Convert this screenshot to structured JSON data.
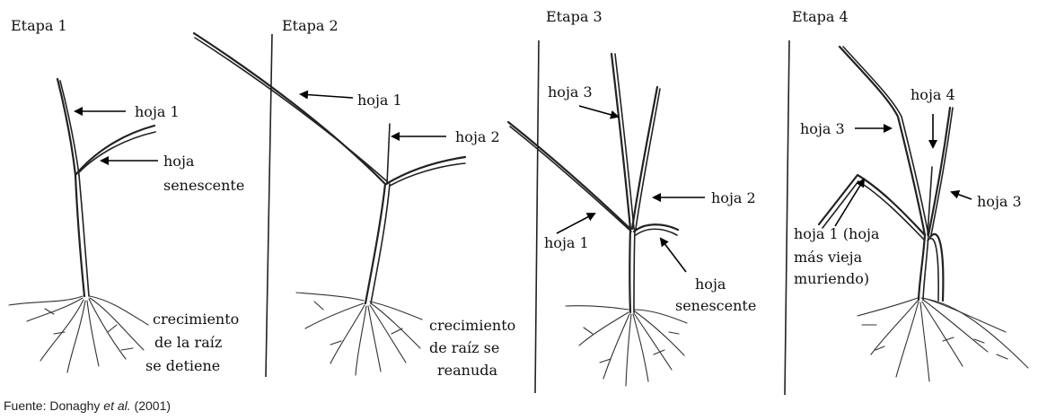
{
  "stages": [
    {
      "title": "Etapa 1",
      "labels": {
        "leaf1": "hoja 1",
        "senescent_1": "hoja",
        "senescent_2": "senescente",
        "root_1": "crecimiento",
        "root_2": "de la raíz",
        "root_3": "se detiene"
      }
    },
    {
      "title": "Etapa 2",
      "labels": {
        "leaf1": "hoja 1",
        "leaf2": "hoja 2",
        "root_1": "crecimiento",
        "root_2": "de raíz se",
        "root_3": "reanuda"
      }
    },
    {
      "title": "Etapa 3",
      "labels": {
        "leaf3": "hoja 3",
        "leaf2": "hoja 2",
        "leaf1": "hoja 1",
        "senescent_1": "hoja",
        "senescent_2": "senescente"
      }
    },
    {
      "title": "Etapa 4",
      "labels": {
        "leaf4": "hoja 4",
        "leaf3_left": "hoja 3",
        "leaf3_right": "hoja 3",
        "leaf1_1": "hoja 1 (hoja",
        "leaf1_2": "más vieja",
        "leaf1_3": "muriendo)"
      }
    }
  ],
  "source": {
    "prefix": "Fuente: Donaghy ",
    "etal": "et al.",
    "suffix": " (2001)"
  }
}
